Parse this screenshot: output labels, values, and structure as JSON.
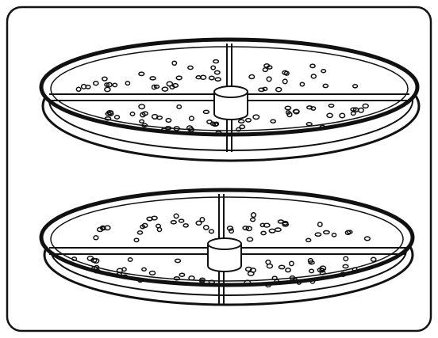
{
  "figure": {
    "subject": "two-stacked-quartered-dishes",
    "colors": {
      "ink": "#111111",
      "paper": "#ffffff"
    },
    "dishes": [
      {
        "id": "upper-dish",
        "sections": 4,
        "has_center_hub": true
      },
      {
        "id": "lower-dish",
        "sections": 4,
        "has_center_hub": true
      }
    ]
  }
}
